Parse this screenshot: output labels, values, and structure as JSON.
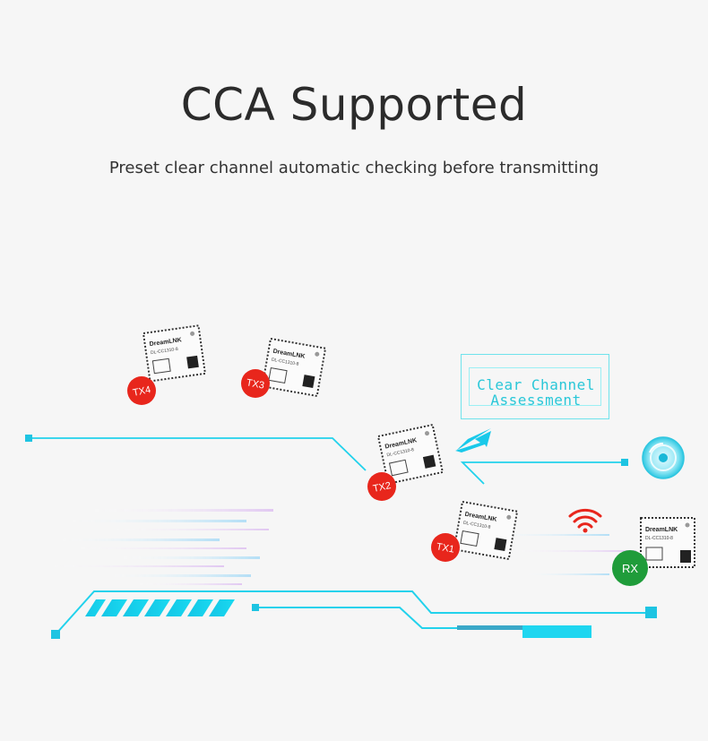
{
  "heading": {
    "title": "CCA Supported",
    "subtitle": "Preset clear channel automatic checking before transmitting"
  },
  "assessment_box": {
    "line1": "Clear Channel",
    "line2": "Assessment"
  },
  "modules": [
    {
      "tag": "TX4",
      "brand": "DreamLNK",
      "model": "DL-CC1310-8"
    },
    {
      "tag": "TX3",
      "brand": "DreamLNK",
      "model": "DL-CC1310-8"
    },
    {
      "tag": "TX2",
      "brand": "DreamLNK",
      "model": "DL-CC1310-8"
    },
    {
      "tag": "TX1",
      "brand": "DreamLNK",
      "model": "DL-CC1310-8"
    },
    {
      "tag": "RX",
      "brand": "DreamLNK",
      "model": "DL-CC1310-8"
    }
  ],
  "colors": {
    "tx_badge": "#e8261c",
    "rx_badge": "#1f9c3a",
    "accent": "#17d4ec",
    "text": "#2b2b2b"
  },
  "icons": [
    "wifi-signal-icon",
    "radar-disc-icon",
    "arrow-icon"
  ]
}
